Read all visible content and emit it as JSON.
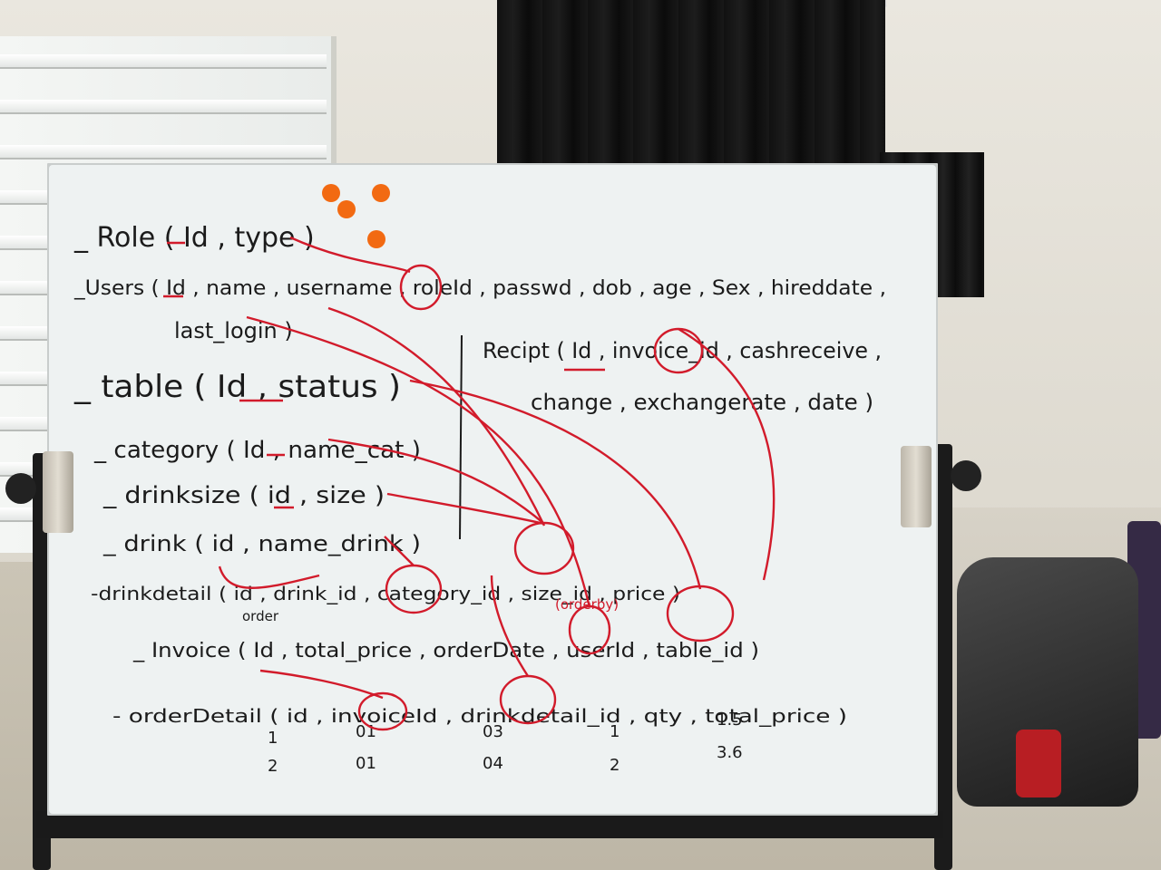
{
  "whiteboard": {
    "lines": {
      "role": "_ Role ( Id , type )",
      "users_1": "_Users ( Id , name , username , roleId , passwd , dob , age , Sex , hireddate ,",
      "users_2": "last_login )",
      "table": "_ table (  Id , status )",
      "receipt_1": "Recipt ( Id , invoice_id , cashreceive ,",
      "receipt_2": "change , exchangerate , date )",
      "category": "_ category ( Id , name_cat )",
      "drinksize": "_ drinksize ( id , size )",
      "drink": "_ drink  ( id , name_drink )",
      "drinkdetail": "-drinkdetail ( id , drink_id , category_id , size_id , price )",
      "order_annotation": "order",
      "orderby_annotation": "(orderby)",
      "invoice": "_ Invoice ( Id , total_price , orderDate , userId , table_id )",
      "orderdetail": "- orderDetail ( id , invoiceId , drinkdetail_id , qty , total_price    )"
    },
    "sample_rows": [
      [
        "1",
        "01",
        "03",
        "1",
        "1.5"
      ],
      [
        "2",
        "01",
        "04",
        "2",
        "3.6"
      ]
    ]
  },
  "colors": {
    "ink": "#1b1b1b",
    "red_marker": "#d21b2b",
    "magnet": "#f26a12",
    "board": "#eef2f2"
  }
}
